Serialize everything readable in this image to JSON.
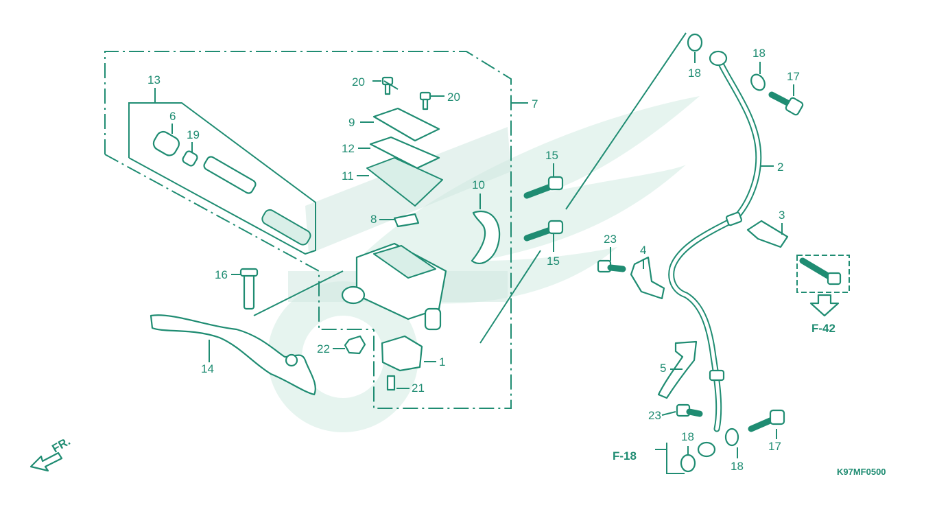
{
  "diagram": {
    "colors": {
      "ink": "#1f8c72",
      "watermark": "#e6f4ef",
      "background": "#ffffff"
    },
    "callouts": {
      "c1": "1",
      "c2": "2",
      "c3": "3",
      "c4": "4",
      "c5": "5",
      "c6": "6",
      "c7": "7",
      "c8": "8",
      "c9": "9",
      "c10": "10",
      "c11": "11",
      "c12": "12",
      "c13": "13",
      "c14": "14",
      "c15a": "15",
      "c15b": "15",
      "c16": "16",
      "c17a": "17",
      "c17b": "17",
      "c18a": "18",
      "c18b": "18",
      "c18c": "18",
      "c18d": "18",
      "c19": "19",
      "c20a": "20",
      "c20b": "20",
      "c21": "21",
      "c22": "22",
      "c23a": "23",
      "c23b": "23"
    },
    "references": {
      "f42": "F-42",
      "f18": "F-18"
    },
    "front_marker": "FR.",
    "diagram_code": "K97MF0500",
    "icons": [
      "front-direction-arrow-icon",
      "reference-arrow-icon"
    ]
  }
}
